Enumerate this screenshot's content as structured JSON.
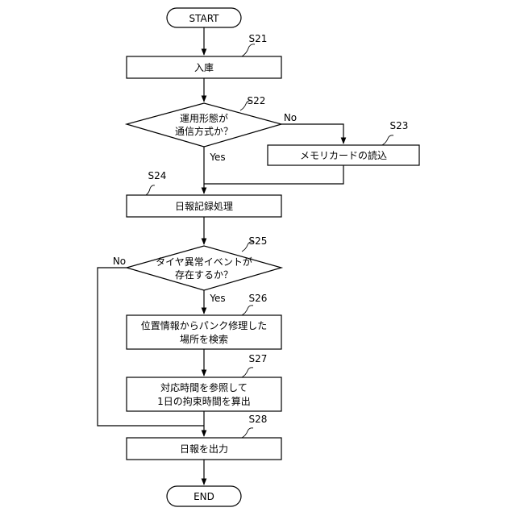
{
  "flowchart": {
    "start": "START",
    "end": "END",
    "steps": {
      "s21": {
        "id": "S21",
        "text": "入庫"
      },
      "s22": {
        "id": "S22",
        "line1": "運用形態が",
        "line2": "通信方式か？"
      },
      "s23": {
        "id": "S23",
        "text": "メモリカードの読込"
      },
      "s24": {
        "id": "S24",
        "text": "日報記録処理"
      },
      "s25": {
        "id": "S25",
        "line1": "タイヤ異常イベントが",
        "line2": "存在するか？"
      },
      "s26": {
        "id": "S26",
        "line1": "位置情報からパンク修理した",
        "line2": "場所を検索"
      },
      "s27": {
        "id": "S27",
        "line1": "対応時間を参照して",
        "line2": "1日の拘束時間を算出"
      },
      "s28": {
        "id": "S28",
        "text": "日報を出力"
      }
    },
    "branch_labels": {
      "s22_no": "No",
      "s22_yes": "Yes",
      "s25_no": "No",
      "s25_yes": "Yes"
    }
  }
}
